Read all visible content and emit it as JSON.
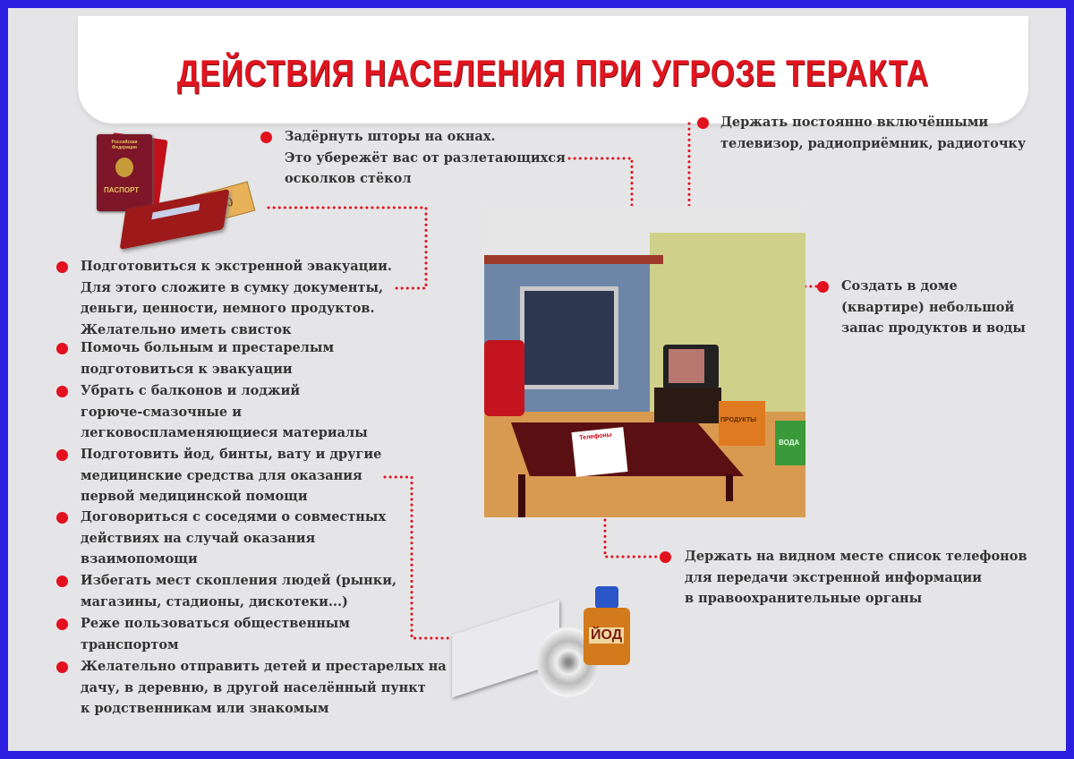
{
  "title": "ДЕЙСТВИЯ НАСЕЛЕНИЯ ПРИ УГРОЗЕ ТЕРАКТА",
  "left_items": [
    {
      "lines": [
        "Подготовиться к экстренной эвакуации.",
        "Для этого сложите в сумку документы,",
        "деньги, ценности, немного продуктов.",
        "Желательно иметь свисток"
      ]
    },
    {
      "lines": [
        "Помочь больным и престарелым",
        "подготовиться к эвакуации"
      ]
    },
    {
      "lines": [
        "Убрать с балконов и лоджий",
        "горюче-смазочные и",
        "легковоспламеняющиеся материалы"
      ]
    },
    {
      "lines": [
        "Подготовить йод, бинты, вату и другие",
        "медицинские средства для оказания",
        "первой медицинской помощи"
      ]
    },
    {
      "lines": [
        "Договориться с соседями о совместных",
        "действиях на случай оказания",
        "взаимопомощи"
      ]
    },
    {
      "lines": [
        "Избегать мест скопления людей (рынки,",
        "магазины, стадионы, дискотеки...)"
      ]
    },
    {
      "lines": [
        "Реже пользоваться общественным",
        "транспортом"
      ]
    },
    {
      "lines": [
        "Желательно отправить детей и престарелых на",
        "дачу, в деревню, в другой населённый пункт",
        "к родственникам или знакомым"
      ]
    }
  ],
  "curtains": {
    "lines": [
      "Задёрнуть шторы на окнах.",
      "Это убережёт вас от разлетающихся",
      "осколков стёкол"
    ]
  },
  "tv": {
    "lines": [
      "Держать постоянно включёнными",
      "телевизор, радиоприёмник, радиоточку"
    ]
  },
  "supplies": {
    "lines": [
      "Создать в доме",
      "(квартире) небольшой",
      "запас продуктов и воды"
    ]
  },
  "phones": {
    "lines": [
      "Держать на видном месте список телефонов",
      "для передачи экстренной информации",
      "в правоохранительные органы"
    ]
  },
  "picture_labels": {
    "passport": "ПАСПОРТ",
    "passport_country": "Российская Федерация",
    "money": "100",
    "products": "ПРОДУКТЫ",
    "water": "ВОДА",
    "iodine": "ЙОД",
    "phone_list": "Телефоны"
  },
  "colors": {
    "border": "#2b1ee0",
    "accent": "#e3101d",
    "background": "#e5e5e7"
  }
}
